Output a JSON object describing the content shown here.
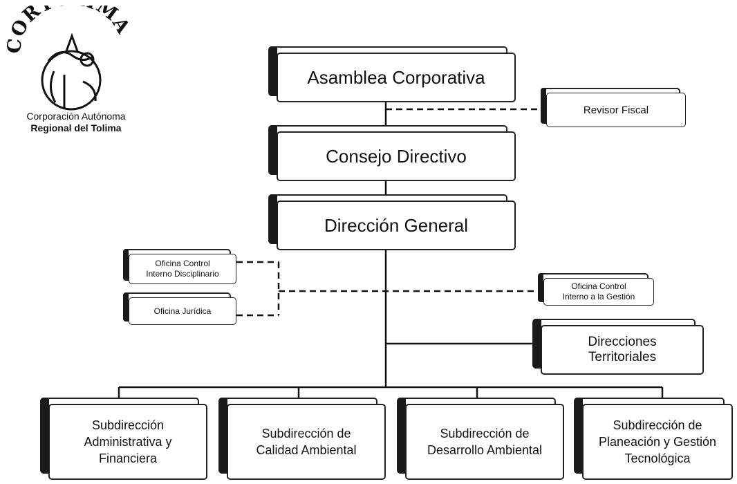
{
  "logo": {
    "name": "CORTOLIMA",
    "subtitle_line1": "Corporación Autónoma",
    "subtitle_line2": "Regional del Tolima"
  },
  "nodes": {
    "asamblea": "Asamblea Corporativa",
    "revisor": "Revisor Fiscal",
    "consejo": "Consejo Directivo",
    "direccion": "Dirección General",
    "control_disciplinario_1": "Oficina Control",
    "control_disciplinario_2": "Interno Disciplinario",
    "juridica": "Oficina Jurídica",
    "control_gestion_1": "Oficina Control",
    "control_gestion_2": "Interno a la Gestión",
    "territoriales_1": "Direcciones",
    "territoriales_2": "Territoriales",
    "sub_admin_1": "Subdirección",
    "sub_admin_2": "Administrativa y",
    "sub_admin_3": "Financiera",
    "sub_calidad_1": "Subdirección de",
    "sub_calidad_2": "Calidad Ambiental",
    "sub_desarrollo_1": "Subdirección de",
    "sub_desarrollo_2": "Desarrollo Ambiental",
    "sub_planeacion_1": "Subdirección de",
    "sub_planeacion_2": "Planeación y Gestión",
    "sub_planeacion_3": "Tecnológica"
  }
}
